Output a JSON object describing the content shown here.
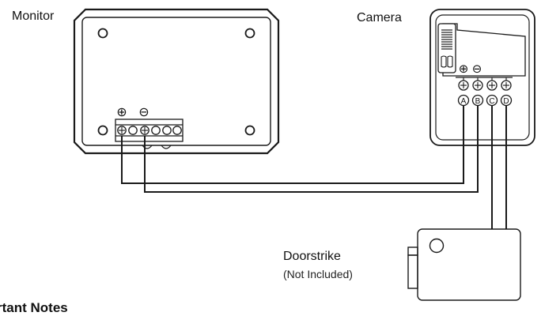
{
  "labels": {
    "monitor": "Monitor",
    "camera": "Camera",
    "doorstrike": "Doorstrike",
    "doorstrike_note": "(Not Included)",
    "footer_heading": "rtant Notes"
  },
  "symbols": {
    "plus": "⊕",
    "minus": "⊖"
  },
  "camera_terminals": [
    "A",
    "B",
    "C",
    "D"
  ],
  "colors": {
    "line": "#1a1a1a",
    "fill": "#ffffff"
  }
}
